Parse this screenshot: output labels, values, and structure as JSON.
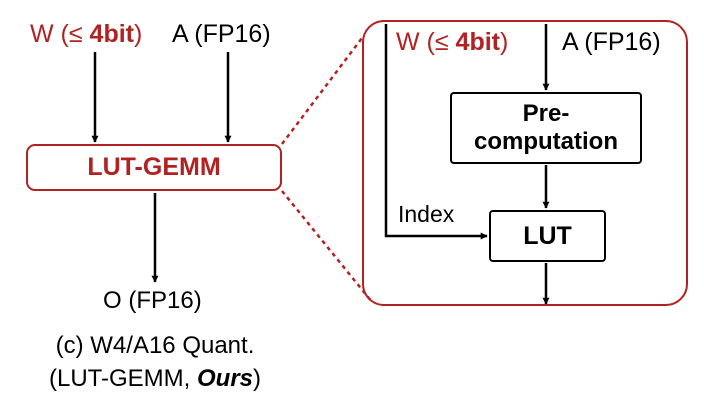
{
  "left": {
    "w_prefix": "W (≤ ",
    "w_bold": "4bit",
    "w_suffix": ")",
    "a_label": "A (FP16)",
    "gemm_label": "LUT-GEMM",
    "o_label": "O (FP16)"
  },
  "caption": {
    "line1": "(c) W4/A16 Quant.",
    "line2_prefix": "(LUT-GEMM, ",
    "line2_ours": "Ours",
    "line2_suffix": ")"
  },
  "detail": {
    "w_prefix": "W (≤ ",
    "w_bold": "4bit",
    "w_suffix": ")",
    "a_label": "A (FP16)",
    "pre_line1": "Pre-",
    "pre_line2": "computation",
    "index_label": "Index",
    "lut_label": "LUT"
  },
  "colors": {
    "accent_red": "#b22222",
    "stroke": "#000000"
  }
}
